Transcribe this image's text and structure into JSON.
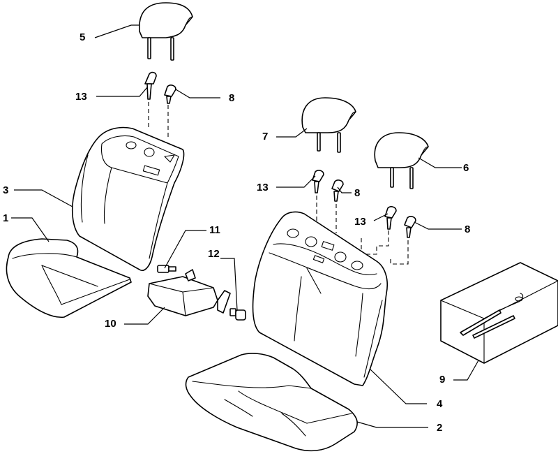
{
  "diagram": {
    "callouts": [
      {
        "number": "5"
      },
      {
        "number": "13"
      },
      {
        "number": "8"
      },
      {
        "number": "3"
      },
      {
        "number": "1"
      },
      {
        "number": "11"
      },
      {
        "number": "12"
      },
      {
        "number": "10"
      },
      {
        "number": "7"
      },
      {
        "number": "13"
      },
      {
        "number": "8"
      },
      {
        "number": "6"
      },
      {
        "number": "13"
      },
      {
        "number": "8"
      },
      {
        "number": "9"
      },
      {
        "number": "4"
      },
      {
        "number": "2"
      }
    ]
  }
}
